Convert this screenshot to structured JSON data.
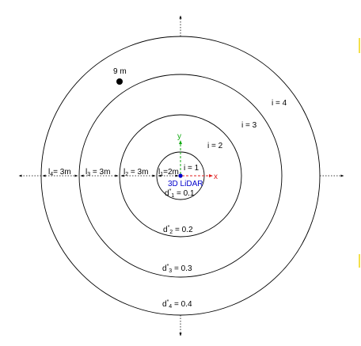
{
  "diagram": {
    "point_label": "9 m",
    "ring_labels": {
      "i1": "i = 1",
      "i2": "i = 2",
      "i3": "i = 3",
      "i4": "i = 4"
    },
    "widths": {
      "l4": {
        "main": "l",
        "sub": "4",
        "rest": "= 3m"
      },
      "l3": {
        "main": "l",
        "sub": "3",
        "rest": " = 3m"
      },
      "l2": {
        "main": "l",
        "sub": "2",
        "rest": " = 3m"
      },
      "l1": {
        "main": "l",
        "sub": "1",
        "rest": "=2m"
      }
    },
    "thresholds": {
      "d1": {
        "main": "d",
        "sup": "*",
        "sub": "1",
        "rest": " = 0.1"
      },
      "d2": {
        "main": "d",
        "sup": "*",
        "sub": "2",
        "rest": " = 0.2"
      },
      "d3": {
        "main": "d",
        "sup": "*",
        "sub": "3",
        "rest": " = 0.3"
      },
      "d4": {
        "main": "d",
        "sup": "*",
        "sub": "4",
        "rest": " = 0.4"
      }
    },
    "sensor_label": "3D LiDAR",
    "axis_x_label": "x",
    "axis_y_label": "y",
    "colors": {
      "sensor": "#0000cc",
      "x_axis": "#e02020",
      "y_axis": "#11aa11",
      "marker_accent": "#f4e04a",
      "line": "#000000"
    }
  }
}
